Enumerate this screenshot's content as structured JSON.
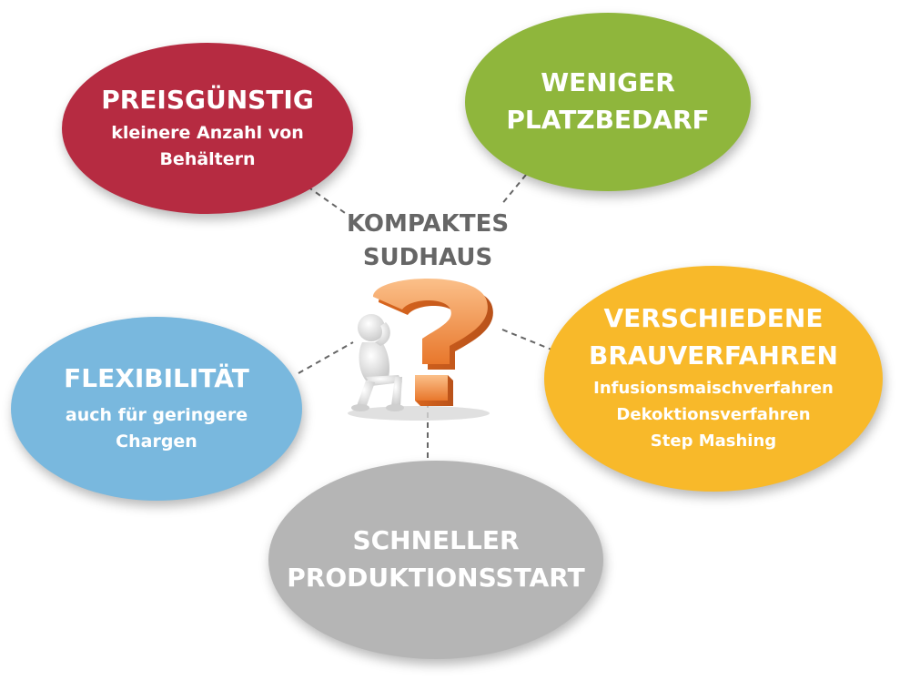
{
  "center": {
    "title_line1": "KOMPAKTES",
    "title_line2": "SUDHAUS",
    "icon": "question-mark-figure-icon"
  },
  "bubbles": {
    "price": {
      "title": "PREISGÜNSTIG",
      "sub_line1": "kleinere Anzahl von",
      "sub_line2": "Behältern"
    },
    "space": {
      "title_line1": "WENIGER",
      "title_line2": "PLATZBEDARF"
    },
    "methods": {
      "title_line1": "VERSCHIEDENE",
      "title_line2": "BRAUVERFAHREN",
      "sub_line1": "Infusionsmaischverfahren",
      "sub_line2": "Dekoktionsverfahren",
      "sub_line3": "Step Mashing"
    },
    "flex": {
      "title": "FLEXIBILITÄT",
      "sub_line1": "auch für geringere",
      "sub_line2": "Chargen"
    },
    "start": {
      "title_line1": "SCHNELLER",
      "title_line2": "PRODUKTIONSSTART"
    }
  },
  "colors": {
    "price": "#b62b41",
    "space": "#8fb63c",
    "methods": "#f8b92a",
    "flex": "#79b8de",
    "start": "#b5b5b5",
    "center_text": "#666666",
    "question_mark": "#f59a4e",
    "connector": "#666666"
  }
}
